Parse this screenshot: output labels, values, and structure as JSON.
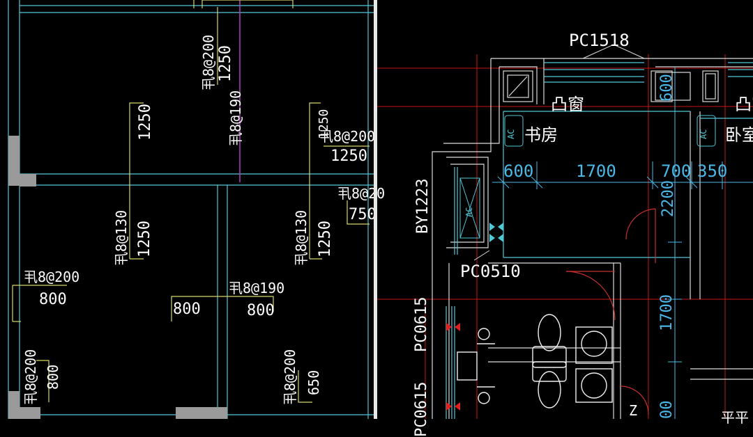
{
  "colors": {
    "background": "#000000",
    "rebar_text": "#ffffff",
    "leader": "#d8d86a",
    "wall_cyan": "#4fc8d8",
    "grid_red": "#c81818",
    "dim_blue": "#4cb8e8",
    "door_red": "#c83030",
    "fixture_white": "#f0f0f0",
    "column_gray": "#9a9a9a",
    "magenta": "#b040c0",
    "divider": "#e8e8e8"
  },
  "left_panel": {
    "name": "rebar-plan",
    "labels": [
      {
        "id": "t1",
        "text": "1250"
      },
      {
        "id": "t2",
        "text": "丮8@200"
      },
      {
        "id": "t3",
        "text": "丮8@190"
      },
      {
        "id": "t4",
        "text": "1250"
      },
      {
        "id": "t5",
        "text": "丮8@200"
      },
      {
        "id": "t6",
        "text": "1250"
      },
      {
        "id": "t7",
        "text": "丮8@20"
      },
      {
        "id": "t8",
        "text": "750"
      },
      {
        "id": "t9",
        "text": "丮8@130"
      },
      {
        "id": "t10",
        "text": "1250"
      },
      {
        "id": "t11",
        "text": "丮8@130"
      },
      {
        "id": "t12",
        "text": "1250"
      },
      {
        "id": "t13",
        "text": "丮8@200"
      },
      {
        "id": "t14",
        "text": "800"
      },
      {
        "id": "t15",
        "text": "丮8@190"
      },
      {
        "id": "t16",
        "text": "800"
      },
      {
        "id": "t17",
        "text": "800"
      },
      {
        "id": "t18",
        "text": "丮8@200"
      },
      {
        "id": "t19",
        "text": "800"
      },
      {
        "id": "t20",
        "text": "丮8@200"
      },
      {
        "id": "t21",
        "text": "650"
      },
      {
        "id": "t22",
        "text": "1250"
      }
    ]
  },
  "right_panel": {
    "name": "floor-plan",
    "labels": [
      {
        "id": "r1",
        "text": "PC1518"
      },
      {
        "id": "r2",
        "text": "凸窗"
      },
      {
        "id": "r3",
        "text": "凸窗"
      },
      {
        "id": "r4",
        "text": "书房"
      },
      {
        "id": "r5",
        "text": "卧室"
      },
      {
        "id": "r6",
        "text": "600"
      },
      {
        "id": "r7",
        "text": "1700"
      },
      {
        "id": "r8",
        "text": "700"
      },
      {
        "id": "r9",
        "text": "350"
      },
      {
        "id": "r10",
        "text": "600"
      },
      {
        "id": "r11",
        "text": "2200"
      },
      {
        "id": "r12",
        "text": "1700"
      },
      {
        "id": "r13",
        "text": "BY1223"
      },
      {
        "id": "r14",
        "text": "PC0510"
      },
      {
        "id": "r15",
        "text": "PC0615"
      },
      {
        "id": "r16",
        "text": "PC0615"
      },
      {
        "id": "r17",
        "text": "AC"
      },
      {
        "id": "r18",
        "text": "AC"
      },
      {
        "id": "r19",
        "text": "AC"
      },
      {
        "id": "r20",
        "text": "Z"
      },
      {
        "id": "r21",
        "text": "00"
      },
      {
        "id": "r22",
        "text": "平平"
      }
    ]
  }
}
